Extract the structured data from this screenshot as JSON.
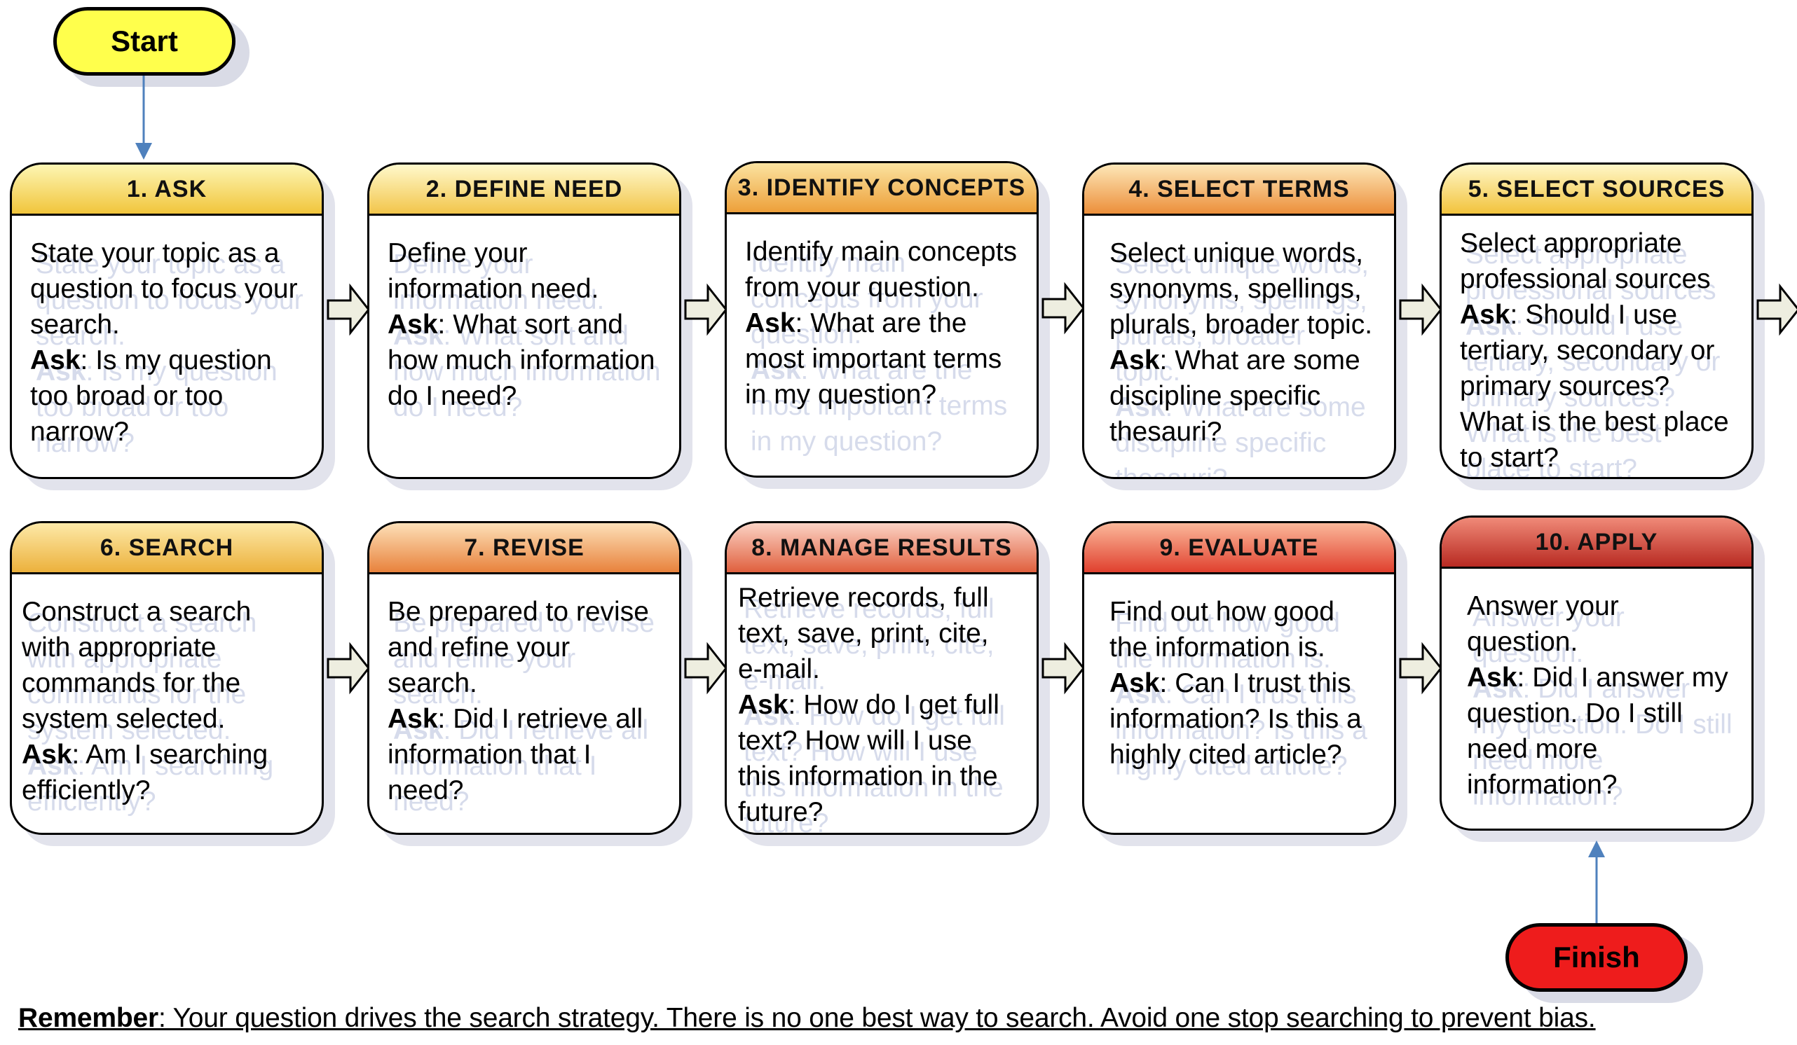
{
  "start_label": "Start",
  "finish_label": "Finish",
  "steps": [
    {
      "title": "1. ASK",
      "text": "State your topic as a question to focus your search.",
      "ask_label": "Ask",
      "ask_text": ": Is my question too broad or too narrow?",
      "head_from": "#fdf6b4",
      "head_to": "#f1c53b"
    },
    {
      "title": "2. DEFINE NEED",
      "text": "Define your information need.",
      "ask_label": "Ask",
      "ask_text": ": What sort and how much information do I need?",
      "head_from": "#fff9cc",
      "head_to": "#f2c54a"
    },
    {
      "title": "3. IDENTIFY CONCEPTS",
      "text": "Identify main concepts from your question.",
      "ask_label": "Ask",
      "ask_text": ": What are the most important terms in my question?",
      "head_from": "#fbe3a0",
      "head_to": "#eda03a"
    },
    {
      "title": "4. SELECT TERMS",
      "text": "Select unique words, synonyms, spellings, plurals, broader topic.",
      "ask_label": "Ask",
      "ask_text": ": What are some discipline specific thesauri?",
      "head_from": "#fde7b8",
      "head_to": "#ec8f3a"
    },
    {
      "title": "5. SELECT SOURCES",
      "text": "Select appropriate professional sources",
      "ask_label": "Ask",
      "ask_text": ":  Should I use tertiary, secondary or primary sources? What is the best place to start?",
      "head_from": "#fff7c8",
      "head_to": "#f2c33c"
    },
    {
      "title": "6. SEARCH",
      "text": "Construct a search with appropriate commands for the system selected.",
      "ask_label": "Ask",
      "ask_text": ": Am I searching efficiently?",
      "head_from": "#fde9a8",
      "head_to": "#ecb13c"
    },
    {
      "title": "7. REVISE",
      "text": "Be prepared to revise and refine your search.",
      "ask_label": "Ask",
      "ask_text": ": Did I retrieve all information that I need?",
      "head_from": "#fde0b8",
      "head_to": "#e8823c"
    },
    {
      "title": "8. MANAGE RESULTS",
      "text": "Retrieve records, full text, save, print, cite, e-mail.",
      "ask_label": "Ask",
      "ask_text": ": How do I get full text? How will I use this information in the future?",
      "head_from": "#fbd2c4",
      "head_to": "#e0603e"
    },
    {
      "title": "9. EVALUATE",
      "text": "Find out how good the information is.",
      "ask_label": "Ask",
      "ask_text": ": Can I trust this information? Is this a highly cited article?",
      "head_from": "#fbb89a",
      "head_to": "#e0402e"
    },
    {
      "title": "10. APPLY",
      "text": "Answer your question.",
      "ask_label": "Ask",
      "ask_text": ": Did I answer my question. Do I still need more information?",
      "head_from": "#f08a78",
      "head_to": "#b82a22"
    }
  ],
  "footer": {
    "label": "Remember",
    "text": ": Your question drives the search strategy. There is no one best way to search. Avoid one stop searching to prevent bias."
  },
  "colors": {
    "start_fill": "#ffff4c",
    "finish_fill": "#ee1c1c",
    "connector": "#4f81bd",
    "arrow_fill": "#eeeee0",
    "card_border": "#000000",
    "ghost_text": "#d6dbeb"
  }
}
